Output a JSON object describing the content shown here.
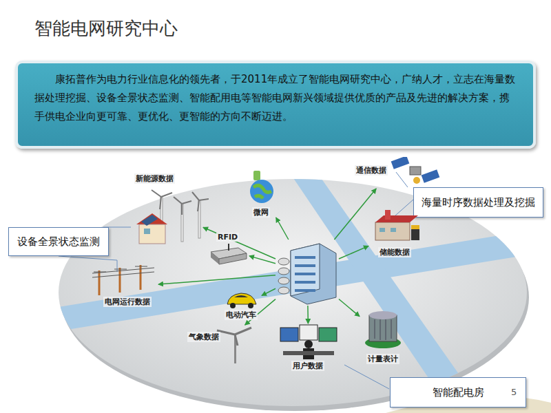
{
  "diagram": {
    "title": "智能电网研究中心",
    "nodes": [
      {
        "text": [
          "康拓普作为电力行业信息化的领先者，于2011年成立了智能电网研究中心，广纳人才，立志在海量数据处理挖掘、设备全景状态监测、智能配用电等智能电网新兴领域提供优质的产品及先进的解决方案，携手供电企业向更可靠、更优化、更智能的方向不断迈进。"
        ]
      },
      {
        "text": [
          "新能源数据"
        ]
      },
      {
        "text": [
          "微网"
        ]
      },
      {
        "text": [
          "通信数据"
        ]
      },
      {
        "text": [
          "海量时序数据处理及挖掘"
        ]
      },
      {
        "text": [
          "设备全景状态监测"
        ]
      },
      {
        "text": [
          "RFID"
        ]
      },
      {
        "text": []
      },
      {
        "text": [
          "储能数据"
        ]
      },
      {
        "text": [
          "电网运行数据"
        ]
      },
      {
        "text": [
          "电动汽车"
        ]
      },
      {
        "text": [
          "计量表计"
        ]
      },
      {
        "text": [
          "气象数据"
        ]
      },
      {
        "text": [
          "用户数据"
        ]
      },
      {
        "text": [
          "智能配电房"
        ]
      }
    ],
    "edges": [
      {
        "from": 7,
        "to": 1,
        "arrow": "to"
      },
      {
        "from": 7,
        "to": 2,
        "arrow": "to"
      },
      {
        "from": 7,
        "to": 3,
        "arrow": "to"
      },
      {
        "from": 7,
        "to": 6,
        "arrow": "to"
      },
      {
        "from": 7,
        "to": 8,
        "arrow": "to"
      },
      {
        "from": 7,
        "to": 9,
        "arrow": "to"
      },
      {
        "from": 7,
        "to": 10,
        "arrow": "to"
      },
      {
        "from": 7,
        "to": 11,
        "arrow": "to"
      },
      {
        "from": 7,
        "to": 12,
        "arrow": "to"
      },
      {
        "from": 7,
        "to": 13,
        "arrow": "to"
      }
    ],
    "labels": [
      "5"
    ]
  }
}
